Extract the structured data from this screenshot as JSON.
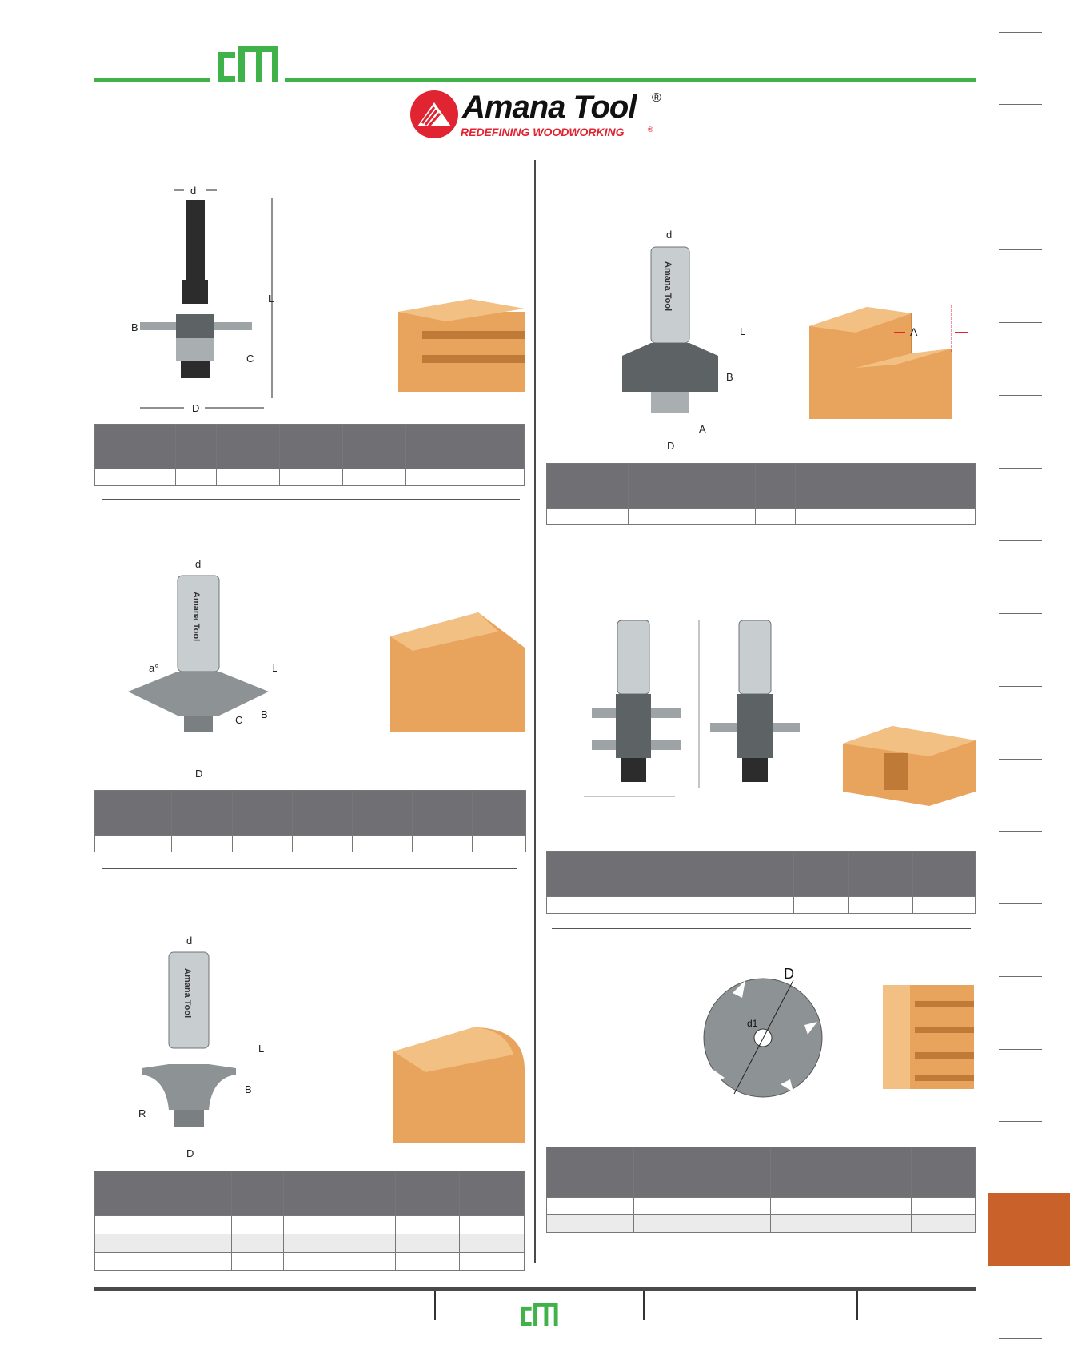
{
  "brand": {
    "name": "Amana Tool",
    "registered": "®",
    "tagline": "REDEFINING WOODWORKING",
    "tagline_mark": "®",
    "accent_green": "#3fb24a",
    "accent_red": "#e02431",
    "tab_color": "#c8612a"
  },
  "labels": {
    "d": "d",
    "L": "L",
    "B": "B",
    "C": "C",
    "D": "D",
    "A": "A",
    "R": "R",
    "a": "a°",
    "d1": "d1"
  },
  "shank_label": "Amana Tool",
  "tables": [
    {
      "cols": 7,
      "rows": 1
    },
    {
      "cols": 7,
      "rows": 1
    },
    {
      "cols": 7,
      "rows": 1
    },
    {
      "cols": 7,
      "rows": 3
    },
    {
      "cols": 7,
      "rows": 1
    },
    {
      "cols": 6,
      "rows": 2
    }
  ]
}
